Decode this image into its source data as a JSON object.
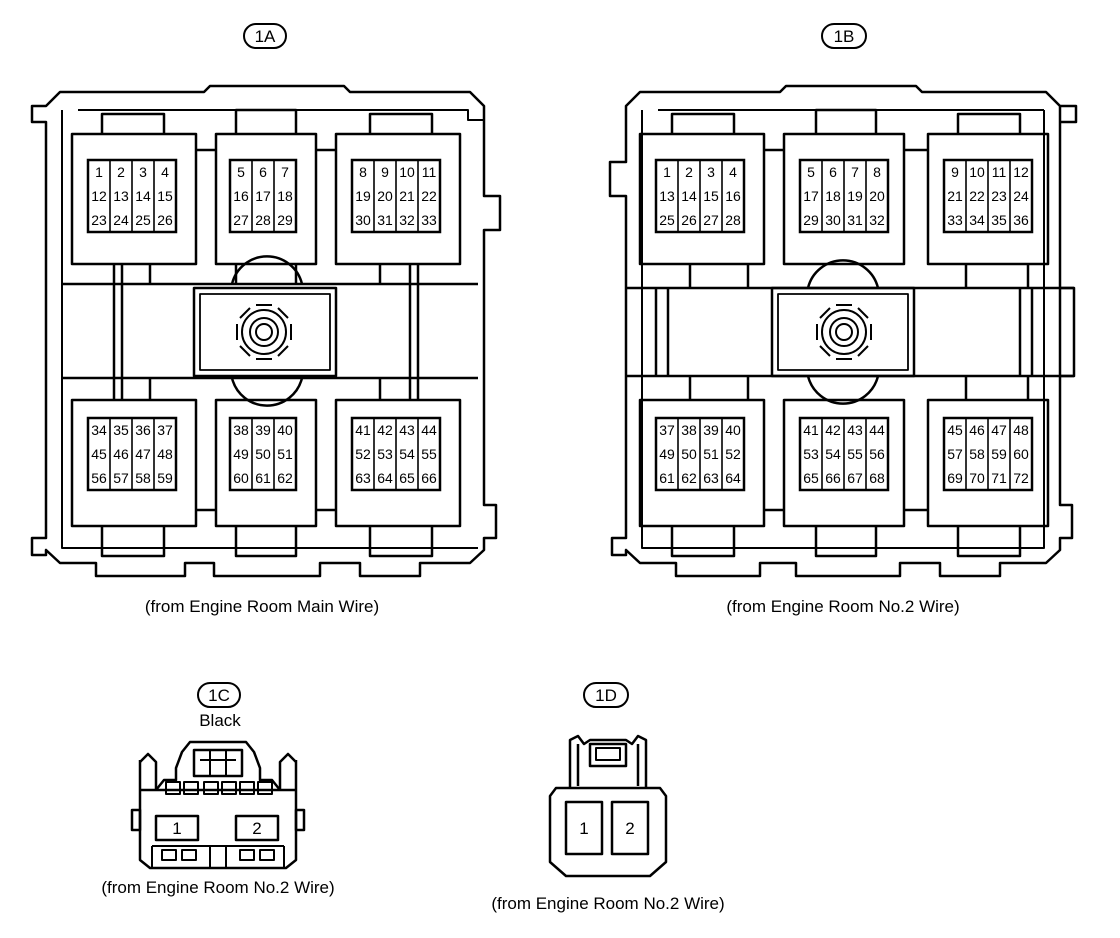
{
  "connectors": {
    "c1A": {
      "badge": "1A",
      "caption": "(from Engine Room Main  Wire)",
      "upper": [
        [
          [
            "1",
            "2",
            "3",
            "4"
          ],
          [
            "12",
            "13",
            "14",
            "15"
          ],
          [
            "23",
            "24",
            "25",
            "26"
          ]
        ],
        [
          [
            "5",
            "6",
            "7"
          ],
          [
            "16",
            "17",
            "18"
          ],
          [
            "27",
            "28",
            "29"
          ]
        ],
        [
          [
            "8",
            "9",
            "10",
            "11"
          ],
          [
            "19",
            "20",
            "21",
            "22"
          ],
          [
            "30",
            "31",
            "32",
            "33"
          ]
        ]
      ],
      "lower": [
        [
          [
            "34",
            "35",
            "36",
            "37"
          ],
          [
            "45",
            "46",
            "47",
            "48"
          ],
          [
            "56",
            "57",
            "58",
            "59"
          ]
        ],
        [
          [
            "38",
            "39",
            "40"
          ],
          [
            "49",
            "50",
            "51"
          ],
          [
            "60",
            "61",
            "62"
          ]
        ],
        [
          [
            "41",
            "42",
            "43",
            "44"
          ],
          [
            "52",
            "53",
            "54",
            "55"
          ],
          [
            "63",
            "64",
            "65",
            "66"
          ]
        ]
      ]
    },
    "c1B": {
      "badge": "1B",
      "caption": "(from Engine Room No.2 Wire)",
      "upper": [
        [
          [
            "1",
            "2",
            "3",
            "4"
          ],
          [
            "13",
            "14",
            "15",
            "16"
          ],
          [
            "25",
            "26",
            "27",
            "28"
          ]
        ],
        [
          [
            "5",
            "6",
            "7",
            "8"
          ],
          [
            "17",
            "18",
            "19",
            "20"
          ],
          [
            "29",
            "30",
            "31",
            "32"
          ]
        ],
        [
          [
            "9",
            "10",
            "11",
            "12"
          ],
          [
            "21",
            "22",
            "23",
            "24"
          ],
          [
            "33",
            "34",
            "35",
            "36"
          ]
        ]
      ],
      "lower": [
        [
          [
            "37",
            "38",
            "39",
            "40"
          ],
          [
            "49",
            "50",
            "51",
            "52"
          ],
          [
            "61",
            "62",
            "63",
            "64"
          ]
        ],
        [
          [
            "41",
            "42",
            "43",
            "44"
          ],
          [
            "53",
            "54",
            "55",
            "56"
          ],
          [
            "65",
            "66",
            "67",
            "68"
          ]
        ],
        [
          [
            "45",
            "46",
            "47",
            "48"
          ],
          [
            "57",
            "58",
            "59",
            "60"
          ],
          [
            "69",
            "70",
            "71",
            "72"
          ]
        ]
      ]
    },
    "c1C": {
      "badge": "1C",
      "color": "Black",
      "caption": "(from Engine Room No.2 Wire)",
      "pins": [
        "1",
        "2"
      ]
    },
    "c1D": {
      "badge": "1D",
      "caption": "(from Engine Room No.2 Wire)",
      "pins": [
        "1",
        "2"
      ]
    }
  }
}
